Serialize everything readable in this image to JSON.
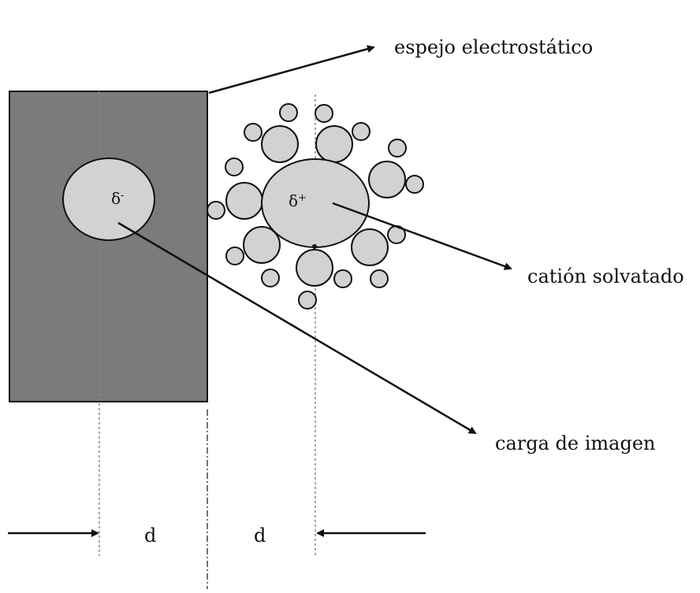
{
  "labels": {
    "mirror": "espejo electrostático",
    "cation": "catión solvatado",
    "image_charge": "carga de imagen",
    "distance_left": "d",
    "distance_right": "d",
    "delta_minus": "δ",
    "delta_minus_sign": "-",
    "delta_plus": "δ",
    "delta_plus_sign": "+"
  },
  "colors": {
    "metal_block": "#7b7b7b",
    "ion_fill": "#d2d2d2",
    "stroke": "#111111",
    "guide_line": "#888888"
  }
}
